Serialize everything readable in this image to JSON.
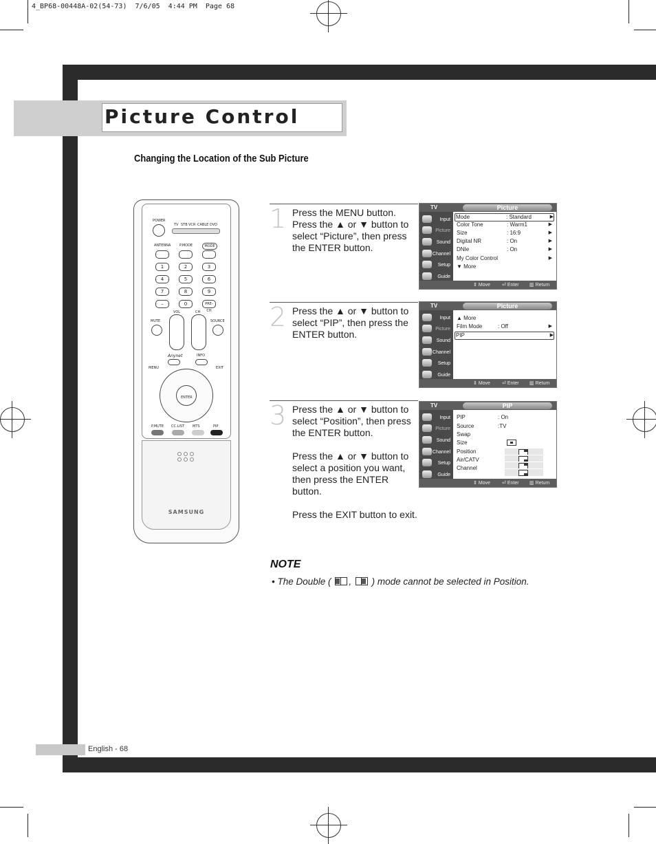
{
  "print_header": "4_BP68-00448A-02(54-73)  7/6/05  4:44 PM  Page 68",
  "page_title": "Picture Control",
  "section_heading": "Changing the Location of the Sub Picture",
  "steps": [
    {
      "number": "1",
      "paragraphs": [
        "Press the MENU button. Press the ▲ or ▼ button to select “Picture”, then press the ENTER button."
      ]
    },
    {
      "number": "2",
      "paragraphs": [
        "Press the ▲ or ▼ button to select “PIP”, then press the ENTER button."
      ]
    },
    {
      "number": "3",
      "paragraphs": [
        "Press the ▲ or ▼ button to select “Position”, then press the ENTER button.",
        "Press the ▲ or ▼ button to select a position you want, then press the ENTER button.",
        "Press the EXIT button to exit."
      ]
    }
  ],
  "osd": {
    "tv_label": "TV",
    "sidebar": [
      "Input",
      "Picture",
      "Sound",
      "Channel",
      "Setup",
      "Guide"
    ],
    "bottom": {
      "move": "Move",
      "enter": "Enter",
      "return": "Return"
    },
    "screens": [
      {
        "title": "Picture",
        "rows": [
          {
            "label": "Mode",
            "value": ": Standard",
            "arrow": "▶"
          },
          {
            "label": "Color Tone",
            "value": ": Warm1",
            "arrow": "▶"
          },
          {
            "label": "Size",
            "value": ": 16:9",
            "arrow": "▶"
          },
          {
            "label": "Digital NR",
            "value": ": On",
            "arrow": "▶"
          },
          {
            "label": "DNIe",
            "value": ": On",
            "arrow": "▶"
          },
          {
            "label": "My Color Control",
            "value": "",
            "arrow": "▶"
          },
          {
            "label": "▼ More",
            "value": "",
            "arrow": ""
          }
        ]
      },
      {
        "title": "Picture",
        "rows": [
          {
            "label": "▲ More",
            "value": "",
            "arrow": ""
          },
          {
            "label": "Film Mode",
            "value": ": Off",
            "arrow": "▶"
          },
          {
            "label": "PIP",
            "value": "",
            "arrow": "▶"
          }
        ]
      },
      {
        "title": "PIP",
        "rows": [
          {
            "label": "PIP",
            "value": ": On",
            "arrow": ""
          },
          {
            "label": "Source",
            "value": ":TV",
            "arrow": ""
          },
          {
            "label": "Swap",
            "value": "",
            "arrow": ""
          },
          {
            "label": "Size",
            "value": "",
            "arrow": ""
          },
          {
            "label": "Position",
            "value": "",
            "arrow": ""
          },
          {
            "label": "Air/CATV",
            "value": "",
            "arrow": ""
          },
          {
            "label": "Channel",
            "value": "",
            "arrow": ""
          }
        ]
      }
    ]
  },
  "remote": {
    "power": "POWER",
    "modes": [
      "TV",
      "STB",
      "VCR",
      "CABLE",
      "DVD"
    ],
    "row1": [
      "ANTENNA",
      "P.MODE",
      "MODE"
    ],
    "digits": [
      "1",
      "2",
      "3",
      "4",
      "5",
      "6",
      "7",
      "8",
      "9",
      "–",
      "0",
      "PRE-CH"
    ],
    "vol": "VOL",
    "ch": "CH",
    "mute": "MUTE",
    "source": "SOURCE",
    "anynet": "Anynet",
    "info": "INFO",
    "menu": "MENU",
    "exit": "EXIT",
    "enter": "ENTER",
    "bottom": [
      "P.MUTE",
      "CC.LIST",
      "MTS",
      "PIP"
    ],
    "brand": "SAMSUNG"
  },
  "note": {
    "title": "NOTE",
    "bullet": "•",
    "text_before": "The Double (",
    "separator": ",",
    "text_after": ") mode cannot be selected in Position."
  },
  "footer": "English - 68"
}
